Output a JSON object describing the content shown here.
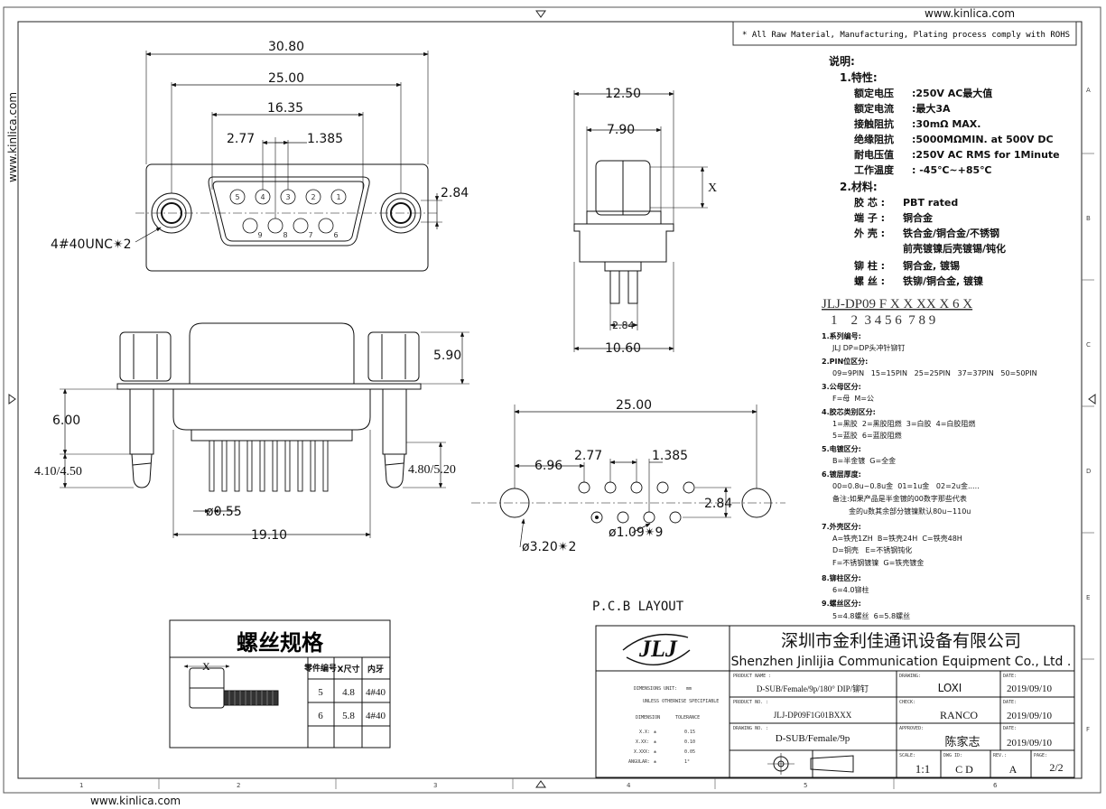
{
  "site": {
    "url_top": "www.kinlica.com",
    "url_bottom": "www.kinlica.com",
    "url_side": "www.kinlica.com"
  },
  "rohs_note": "* All Raw Material, Manufacturing, Plating process comply with ROHS",
  "border": {
    "col_labels": [
      "1",
      "2",
      "3",
      "4",
      "5",
      "6"
    ],
    "row_labels": [
      "A",
      "B",
      "C",
      "D",
      "E",
      "F"
    ]
  },
  "front_view": {
    "dims": {
      "overall": "30.80",
      "mount": "25.00",
      "pins_width": "16.35",
      "pitch": "2.77",
      "offset": "1.385",
      "height_off": "2.84",
      "screw": "4#40UNC✴2"
    },
    "pins_top": [
      "5",
      "4",
      "3",
      "2",
      "1"
    ],
    "pins_bottom": [
      "9",
      "8",
      "7",
      "6"
    ]
  },
  "side_view": {
    "dims": {
      "d1": "12.50",
      "d2": "7.90",
      "x": "X",
      "d3": "2.84",
      "d4": "10.60"
    }
  },
  "profile_view": {
    "dims": {
      "h1": "5.90",
      "h2": "6.00",
      "l1": "4.10/4.50",
      "l2": "4.80/5.20",
      "pin": "ø0.55",
      "span": "19.10"
    }
  },
  "pcb": {
    "title": "P.C.B  LAYOUT",
    "dims": {
      "overall": "25.00",
      "pitch": "2.77",
      "offset": "1.385",
      "side": "6.96",
      "height": "2.84",
      "hole": "ø1.09✴9",
      "mount": "ø3.20✴2"
    }
  },
  "notes": {
    "heading": "说明:",
    "section1": "1.特性:",
    "specs": [
      {
        "label": "额定电压",
        "value": ":250V AC最大值"
      },
      {
        "label": "额定电流",
        "value": ":最大3A"
      },
      {
        "label": "接触阻抗",
        "value": ":30mΩ MAX."
      },
      {
        "label": "绝缘阻抗",
        "value": ":5000MΩMIN. at 500V DC"
      },
      {
        "label": "耐电压值",
        "value": ":250V AC RMS for 1Minute"
      },
      {
        "label": "工作温度",
        "value": ": -45℃~+85℃"
      }
    ],
    "section2": "2.材料:",
    "materials": [
      {
        "label": "胶 芯 :",
        "value": "PBT rated"
      },
      {
        "label": "端 子 :",
        "value": "铜合金"
      },
      {
        "label": "外 壳 :",
        "value": "铁合金/铜合金/不锈钢"
      },
      {
        "label": "",
        "value": "前壳镀镍后壳镀锡/钝化"
      },
      {
        "label": "铆 柱 :",
        "value": "铜合金, 镀锡"
      },
      {
        "label": "螺 丝 :",
        "value": "铁铆/铜合金, 镀镍"
      }
    ],
    "part_code": "JLJ-DP09 F X X XX X 6 X",
    "part_index": "1    2  3 4 5 6  7 8 9",
    "options": [
      {
        "title": "1.系列编号:",
        "lines": [
          "JLJ DP=DP头冲针铆钉"
        ]
      },
      {
        "title": "2.PIN位区分:",
        "lines": [
          "09=9PIN   15=15PIN   25=25PIN   37=37PIN   50=50PIN"
        ]
      },
      {
        "title": "3.公母区分:",
        "lines": [
          "F=母  M=公"
        ]
      },
      {
        "title": "4.胶芯类别区分:",
        "lines": [
          "1=黑胶  2=黑胶阻燃  3=白胶  4=白胶阻燃",
          "5=蓝胶  6=蓝胶阻燃"
        ]
      },
      {
        "title": "5.电镀区分:",
        "lines": [
          "B=半金镀  G=全金"
        ]
      },
      {
        "title": "6.镀层厚度:",
        "lines": [
          "00=0.8u~0.8u金  01=1u金   02=2u金.....",
          "备注:如果产品是半金镀的00数字那些代表",
          "金的u数其余部分镀镍默认80u~110u"
        ]
      },
      {
        "title": "7.外壳区分:",
        "lines": [
          "A=铁壳1ZH  B=铁壳24H  C=铁壳48H",
          "D=铜壳   E=不锈钢钝化",
          "F=不锈钢镀镍  G=铁壳镀金"
        ]
      },
      {
        "title": "8.铆柱区分:",
        "lines": [
          "6=4.0铆柱"
        ]
      },
      {
        "title": "9.螺丝区分:",
        "lines": [
          "5=4.8螺丝  6=5.8螺丝"
        ]
      }
    ]
  },
  "screw_table": {
    "title": "螺丝规格",
    "x_label": "X",
    "headers": [
      "零件编号",
      "X尺寸",
      "内牙"
    ],
    "rows": [
      [
        "5",
        "4.8",
        "4#40"
      ],
      [
        "6",
        "5.8",
        "4#40"
      ]
    ]
  },
  "title_block": {
    "logo": "JLJ",
    "company_cn": "深圳市金利佳通讯设备有限公司",
    "company_en": "Shenzhen Jinlijia Communication Equipment Co., Ltd .",
    "dim_unit_label": "DIMENSIONS UNIT:",
    "dim_unit": "mm",
    "unless": "UNLESS OTHERWISE SPECIFIABLE",
    "dimension_label": "DIMENSION",
    "tolerance_label": "TOLERANCE",
    "tolerances": [
      {
        "d": "X.X:",
        "s": "±",
        "v": "0.15"
      },
      {
        "d": "X.XX:",
        "s": "±",
        "v": "0.10"
      },
      {
        "d": "X.XXX:",
        "s": "±",
        "v": "0.05"
      },
      {
        "d": "ANGULAR:",
        "s": "±",
        "v": "1°"
      }
    ],
    "product_name_label": "PRODUCT NAME :",
    "product_name": "D-SUB/Female/9p/180° DIP/铆钉",
    "product_no_label": "PRODUCT NO. :",
    "product_no": "JLJ-DP09F1G01BXXX",
    "drawing_no_label": "DRAWING NO. :",
    "drawing_no": "D-SUB/Female/9p",
    "drawing_label": "DRAWING:",
    "drawing_by": "LOXI",
    "check_label": "CHECK:",
    "check_by": "RANCO",
    "approved_label": "APPROVED:",
    "approved_by": "陈家志",
    "date_label": "DATE:",
    "date1": "2019/09/10",
    "date2": "2019/09/10",
    "date3": "2019/09/10",
    "scale_label": "SCALE:",
    "scale": "1:1",
    "dwg_label": "DWG ID:",
    "dwg": "C D",
    "rev_label": "REV.:",
    "rev": "A",
    "page_label": "PAGE:",
    "page": "2/2"
  }
}
